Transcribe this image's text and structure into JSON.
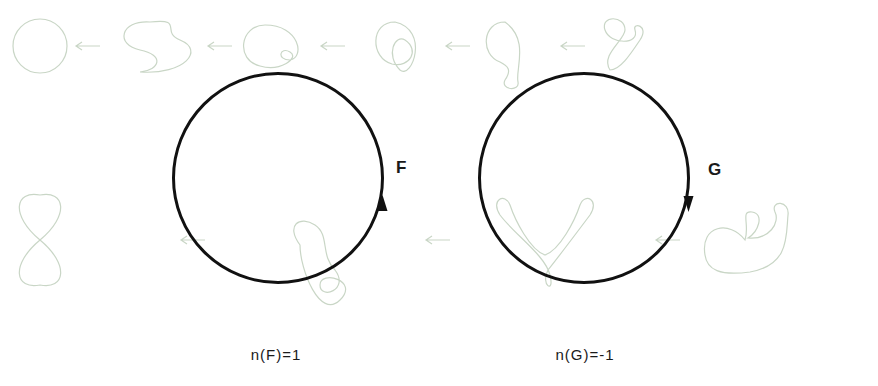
{
  "diagram": {
    "nodes": [
      {
        "text": [
          "F"
        ]
      },
      {
        "text": [
          "G"
        ]
      }
    ],
    "labels": [
      "n(F)=1",
      "n(G)=-1"
    ]
  }
}
